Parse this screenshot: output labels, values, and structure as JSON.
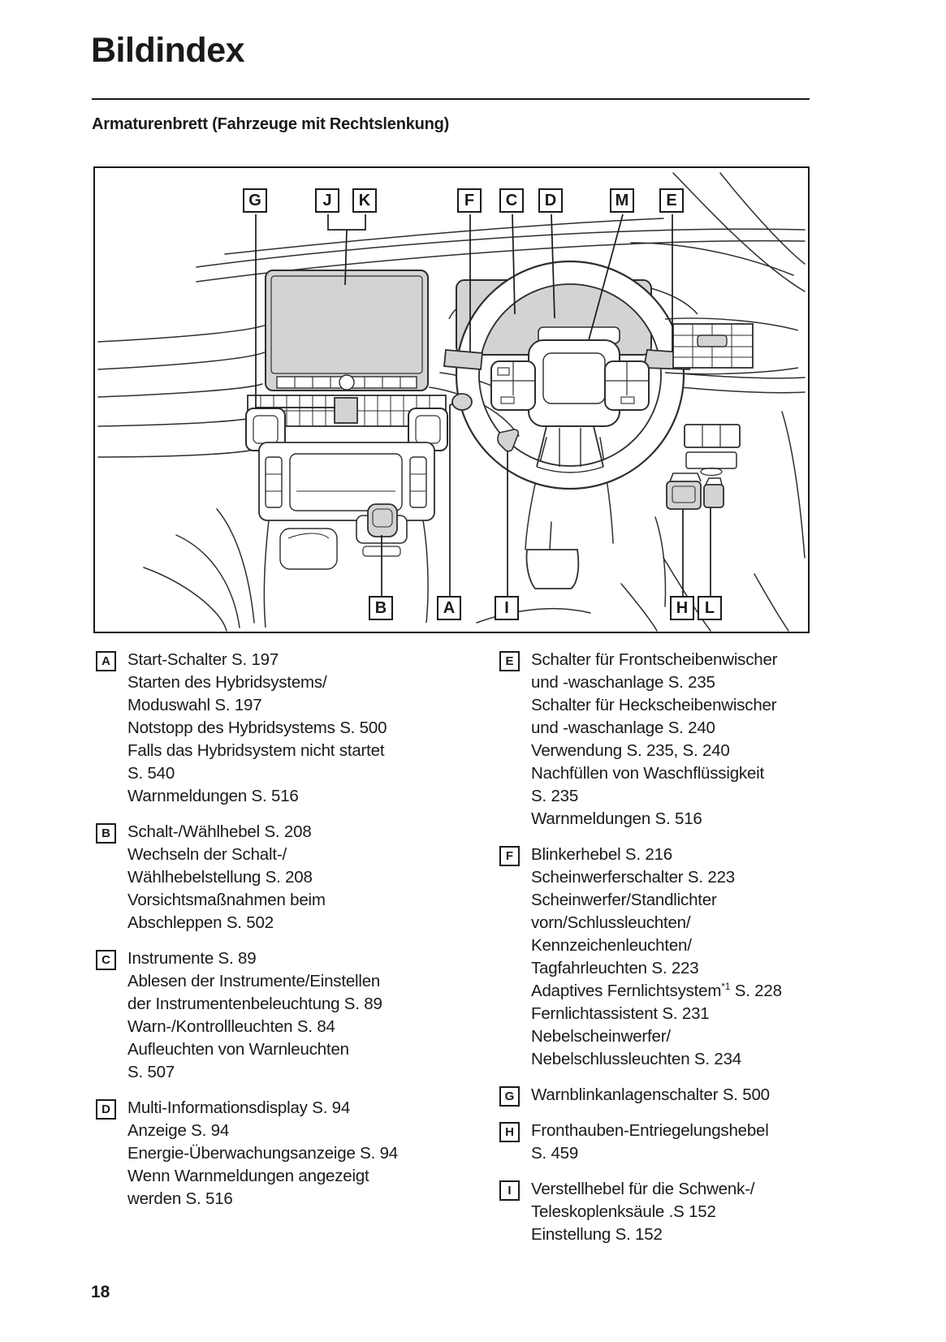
{
  "page": {
    "title": "Bildindex",
    "section_heading": "Armaturenbrett (Fahrzeuge mit Rechtslenkung)",
    "page_number": "18"
  },
  "colors": {
    "paper": "#ffffff",
    "ink": "#1a1a1a",
    "line_art": "#2e2e2e",
    "shaded_fill": "#d3d3d3"
  },
  "diagram": {
    "description": "dashboard-line-drawing-right-hand-drive",
    "callouts": [
      {
        "letter": "G"
      },
      {
        "letter": "J"
      },
      {
        "letter": "K"
      },
      {
        "letter": "F"
      },
      {
        "letter": "C"
      },
      {
        "letter": "D"
      },
      {
        "letter": "M"
      },
      {
        "letter": "E"
      },
      {
        "letter": "B"
      },
      {
        "letter": "A"
      },
      {
        "letter": "I"
      },
      {
        "letter": "H"
      },
      {
        "letter": "L"
      }
    ]
  },
  "legend": {
    "left": [
      {
        "letter": "A",
        "lines": [
          "Start-Schalter S. 197",
          "Starten des Hybridsystems/",
          "Moduswahl S. 197",
          "Notstopp des Hybridsystems S. 500",
          "Falls das Hybridsystem nicht startet",
          "S. 540",
          "Warnmeldungen S. 516"
        ]
      },
      {
        "letter": "B",
        "lines": [
          "Schalt-/Wählhebel S. 208",
          "Wechseln der Schalt-/",
          "Wählhebelstellung S. 208",
          "Vorsichtsmaßnahmen beim",
          "Abschleppen S. 502"
        ]
      },
      {
        "letter": "C",
        "lines": [
          "Instrumente S. 89",
          "Ablesen der Instrumente/Einstellen",
          "der Instrumentenbeleuchtung S. 89",
          "Warn-/Kontrollleuchten S. 84",
          "Aufleuchten von Warnleuchten",
          "S. 507"
        ]
      },
      {
        "letter": "D",
        "lines": [
          "Multi-Informationsdisplay S. 94",
          "Anzeige S. 94",
          "Energie-Überwachungsanzeige S. 94",
          "Wenn Warnmeldungen angezeigt",
          "werden S. 516"
        ]
      }
    ],
    "right": [
      {
        "letter": "E",
        "lines": [
          "Schalter für Frontscheibenwischer",
          "und -waschanlage S. 235",
          "Schalter für Heckscheibenwischer",
          "und -waschanlage S. 240",
          "Verwendung S. 235, S. 240",
          "Nachfüllen von Waschflüssigkeit",
          "S. 235",
          "Warnmeldungen S. 516"
        ]
      },
      {
        "letter": "F",
        "lines": [
          "Blinkerhebel S. 216",
          "Scheinwerferschalter S. 223",
          "Scheinwerfer/Standlichter",
          "vorn/Schlussleuchten/",
          "Kennzeichenleuchten/",
          "Tagfahrleuchten S. 223",
          "Adaptives Fernlichtsystem*1 S. 228",
          "Fernlichtassistent S. 231",
          "Nebelscheinwerfer/",
          "Nebelschlussleuchten S. 234"
        ]
      },
      {
        "letter": "G",
        "lines": [
          "Warnblinkanlagenschalter S. 500"
        ]
      },
      {
        "letter": "H",
        "lines": [
          "Fronthauben-Entriegelungshebel",
          "S. 459"
        ]
      },
      {
        "letter": "I",
        "lines": [
          "Verstellhebel für die Schwenk-/",
          "Teleskoplenksäule .S 152",
          "Einstellung S. 152"
        ]
      }
    ]
  }
}
